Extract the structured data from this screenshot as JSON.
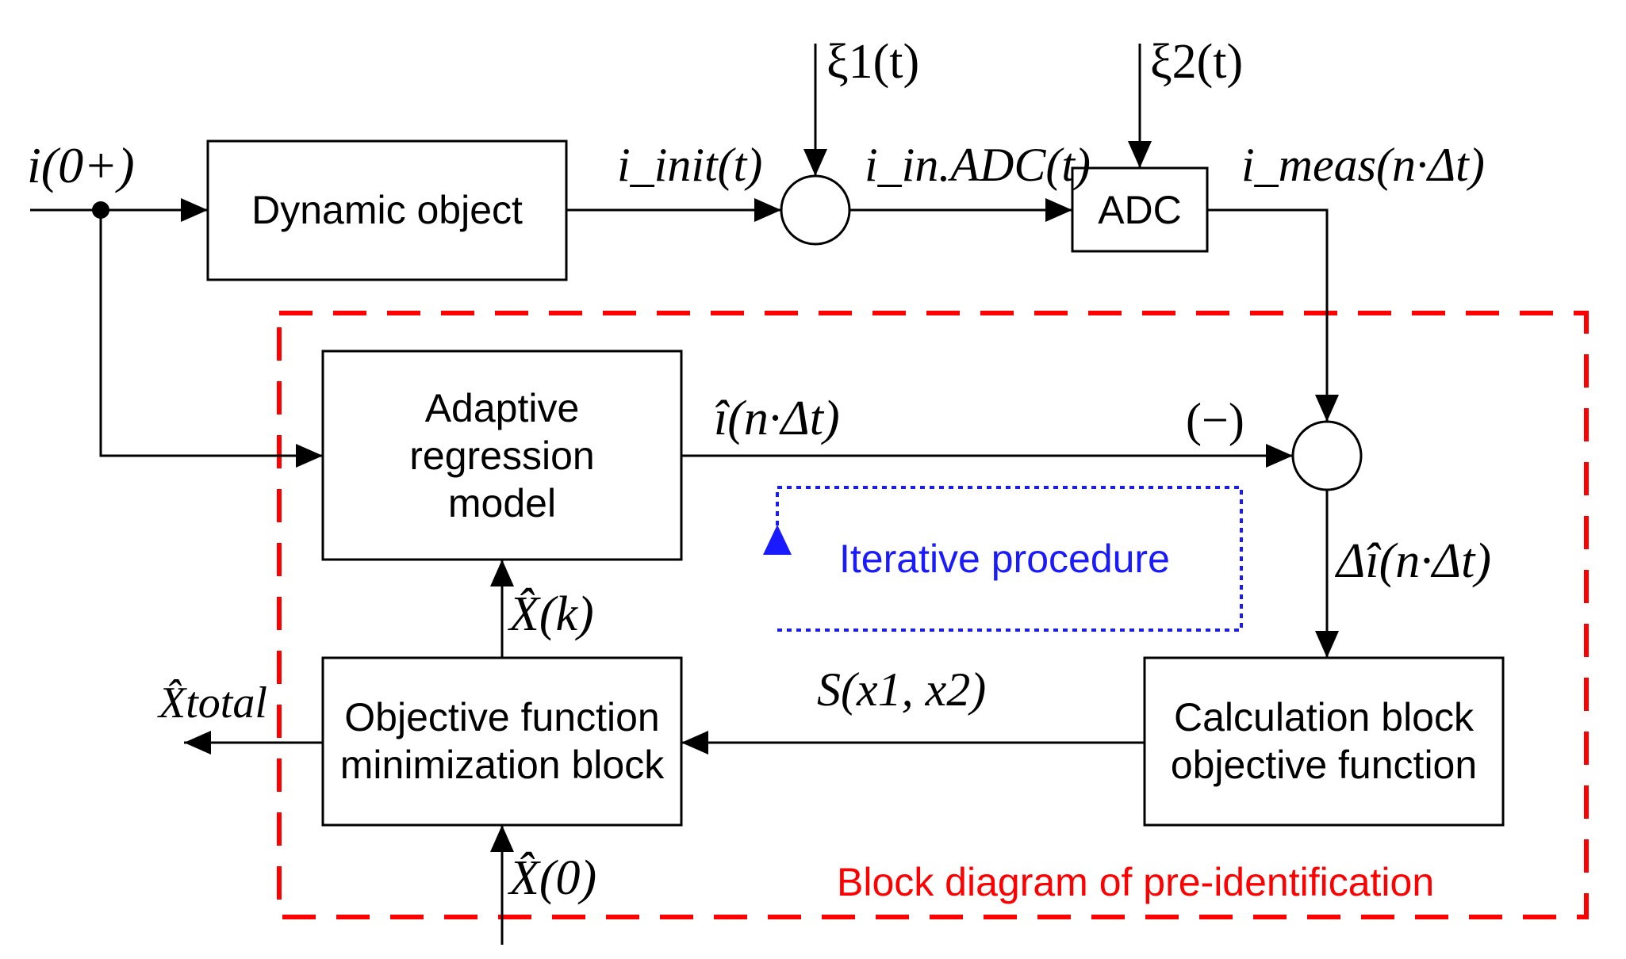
{
  "blocks": {
    "dynamic_object": "Dynamic object",
    "adc": "ADC",
    "adaptive_regression_model": [
      "Adaptive",
      "regression",
      "model"
    ],
    "objective_minimization": [
      "Objective function",
      "minimization block"
    ],
    "calculation_block": [
      "Calculation block",
      "objective function"
    ]
  },
  "signals": {
    "input": "i(0+)",
    "i_init": "i_init(t)",
    "i_in_adc": "i_in.ADC(t)",
    "i_meas": "i_meas(n·Δt)",
    "xi1": "ξ1(t)",
    "xi2": "ξ2(t)",
    "i_hat": "î(n·Δt)",
    "minus": "(−)",
    "delta_i_hat": "Δî(n·Δt)",
    "S": "S(x1, x2)",
    "X_hat_k": "X̂(k)",
    "X_hat_0": "X̂(0)",
    "X_hat_total": "X̂total"
  },
  "annotations": {
    "iterative_procedure": "Iterative procedure",
    "pre_identification": "Block diagram of pre-identification"
  },
  "colors": {
    "pre_identification_frame": "#ff0000",
    "iterative_loop": "#1a1aff"
  }
}
